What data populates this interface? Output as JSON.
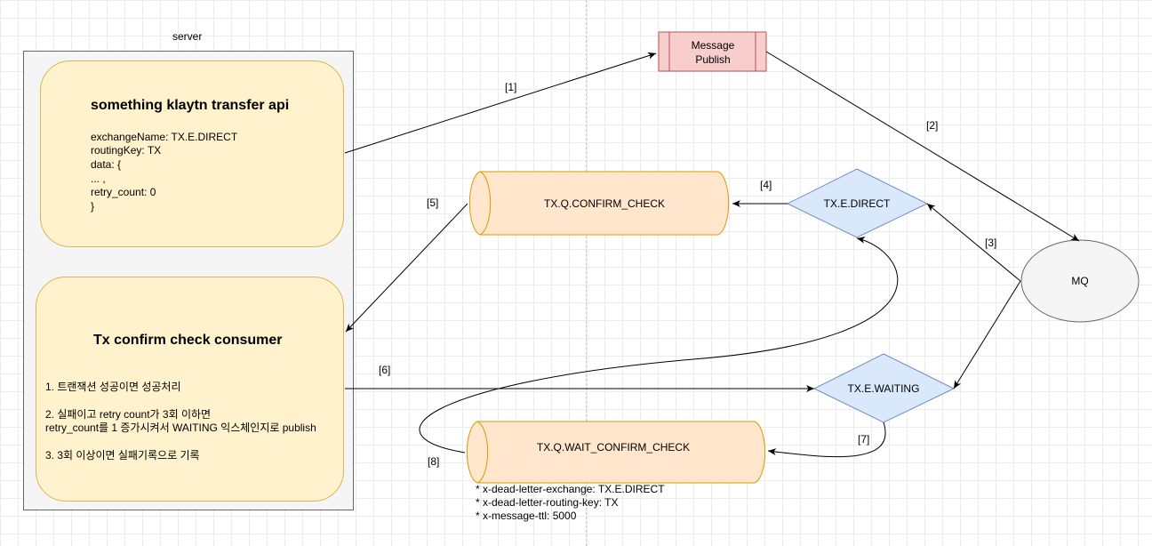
{
  "server": {
    "title": "server",
    "api_card": {
      "title": "something klaytn transfer api",
      "lines": [
        "exchangeName: TX.E.DIRECT",
        "routingKey: TX",
        "data: {",
        "... ,",
        "retry_count: 0",
        "}"
      ]
    },
    "consumer_card": {
      "title": "Tx confirm check consumer",
      "steps": [
        "1. 트랜잭션 성공이면 성공처리",
        "2. 실패이고 retry count가 3회 이하면",
        "retry_count를 1 증가시켜서 WAITING 익스체인지로 publish",
        "3. 3회 이상이면 실패기록으로 기록"
      ]
    }
  },
  "message_publish": {
    "line1": "Message",
    "line2": "Publish"
  },
  "mq": {
    "label": "MQ"
  },
  "exchanges": {
    "direct": "TX.E.DIRECT",
    "waiting": "TX.E.WAITING"
  },
  "queues": {
    "confirm_check": "TX.Q.CONFIRM_CHECK",
    "wait_confirm_check": "TX.Q.WAIT_CONFIRM_CHECK"
  },
  "wait_queue_args": [
    "* x-dead-letter-exchange: TX.E.DIRECT",
    "* x-dead-letter-routing-key: TX",
    "* x-message-ttl: 5000"
  ],
  "edges": {
    "e1": "[1]",
    "e2": "[2]",
    "e3": "[3]",
    "e4": "[4]",
    "e5": "[5]",
    "e6": "[6]",
    "e7": "[7]",
    "e8": "[8]"
  },
  "colors": {
    "card_fill": "#fff2cc",
    "card_stroke": "#d6b656",
    "queue_fill": "#ffe6cc",
    "queue_stroke": "#d79b00",
    "exchange_fill": "#dae8fc",
    "exchange_stroke": "#6c8ebf",
    "publish_fill": "#f8cecc",
    "publish_stroke": "#b85450",
    "mq_fill": "#f5f5f5",
    "mq_stroke": "#666666"
  }
}
